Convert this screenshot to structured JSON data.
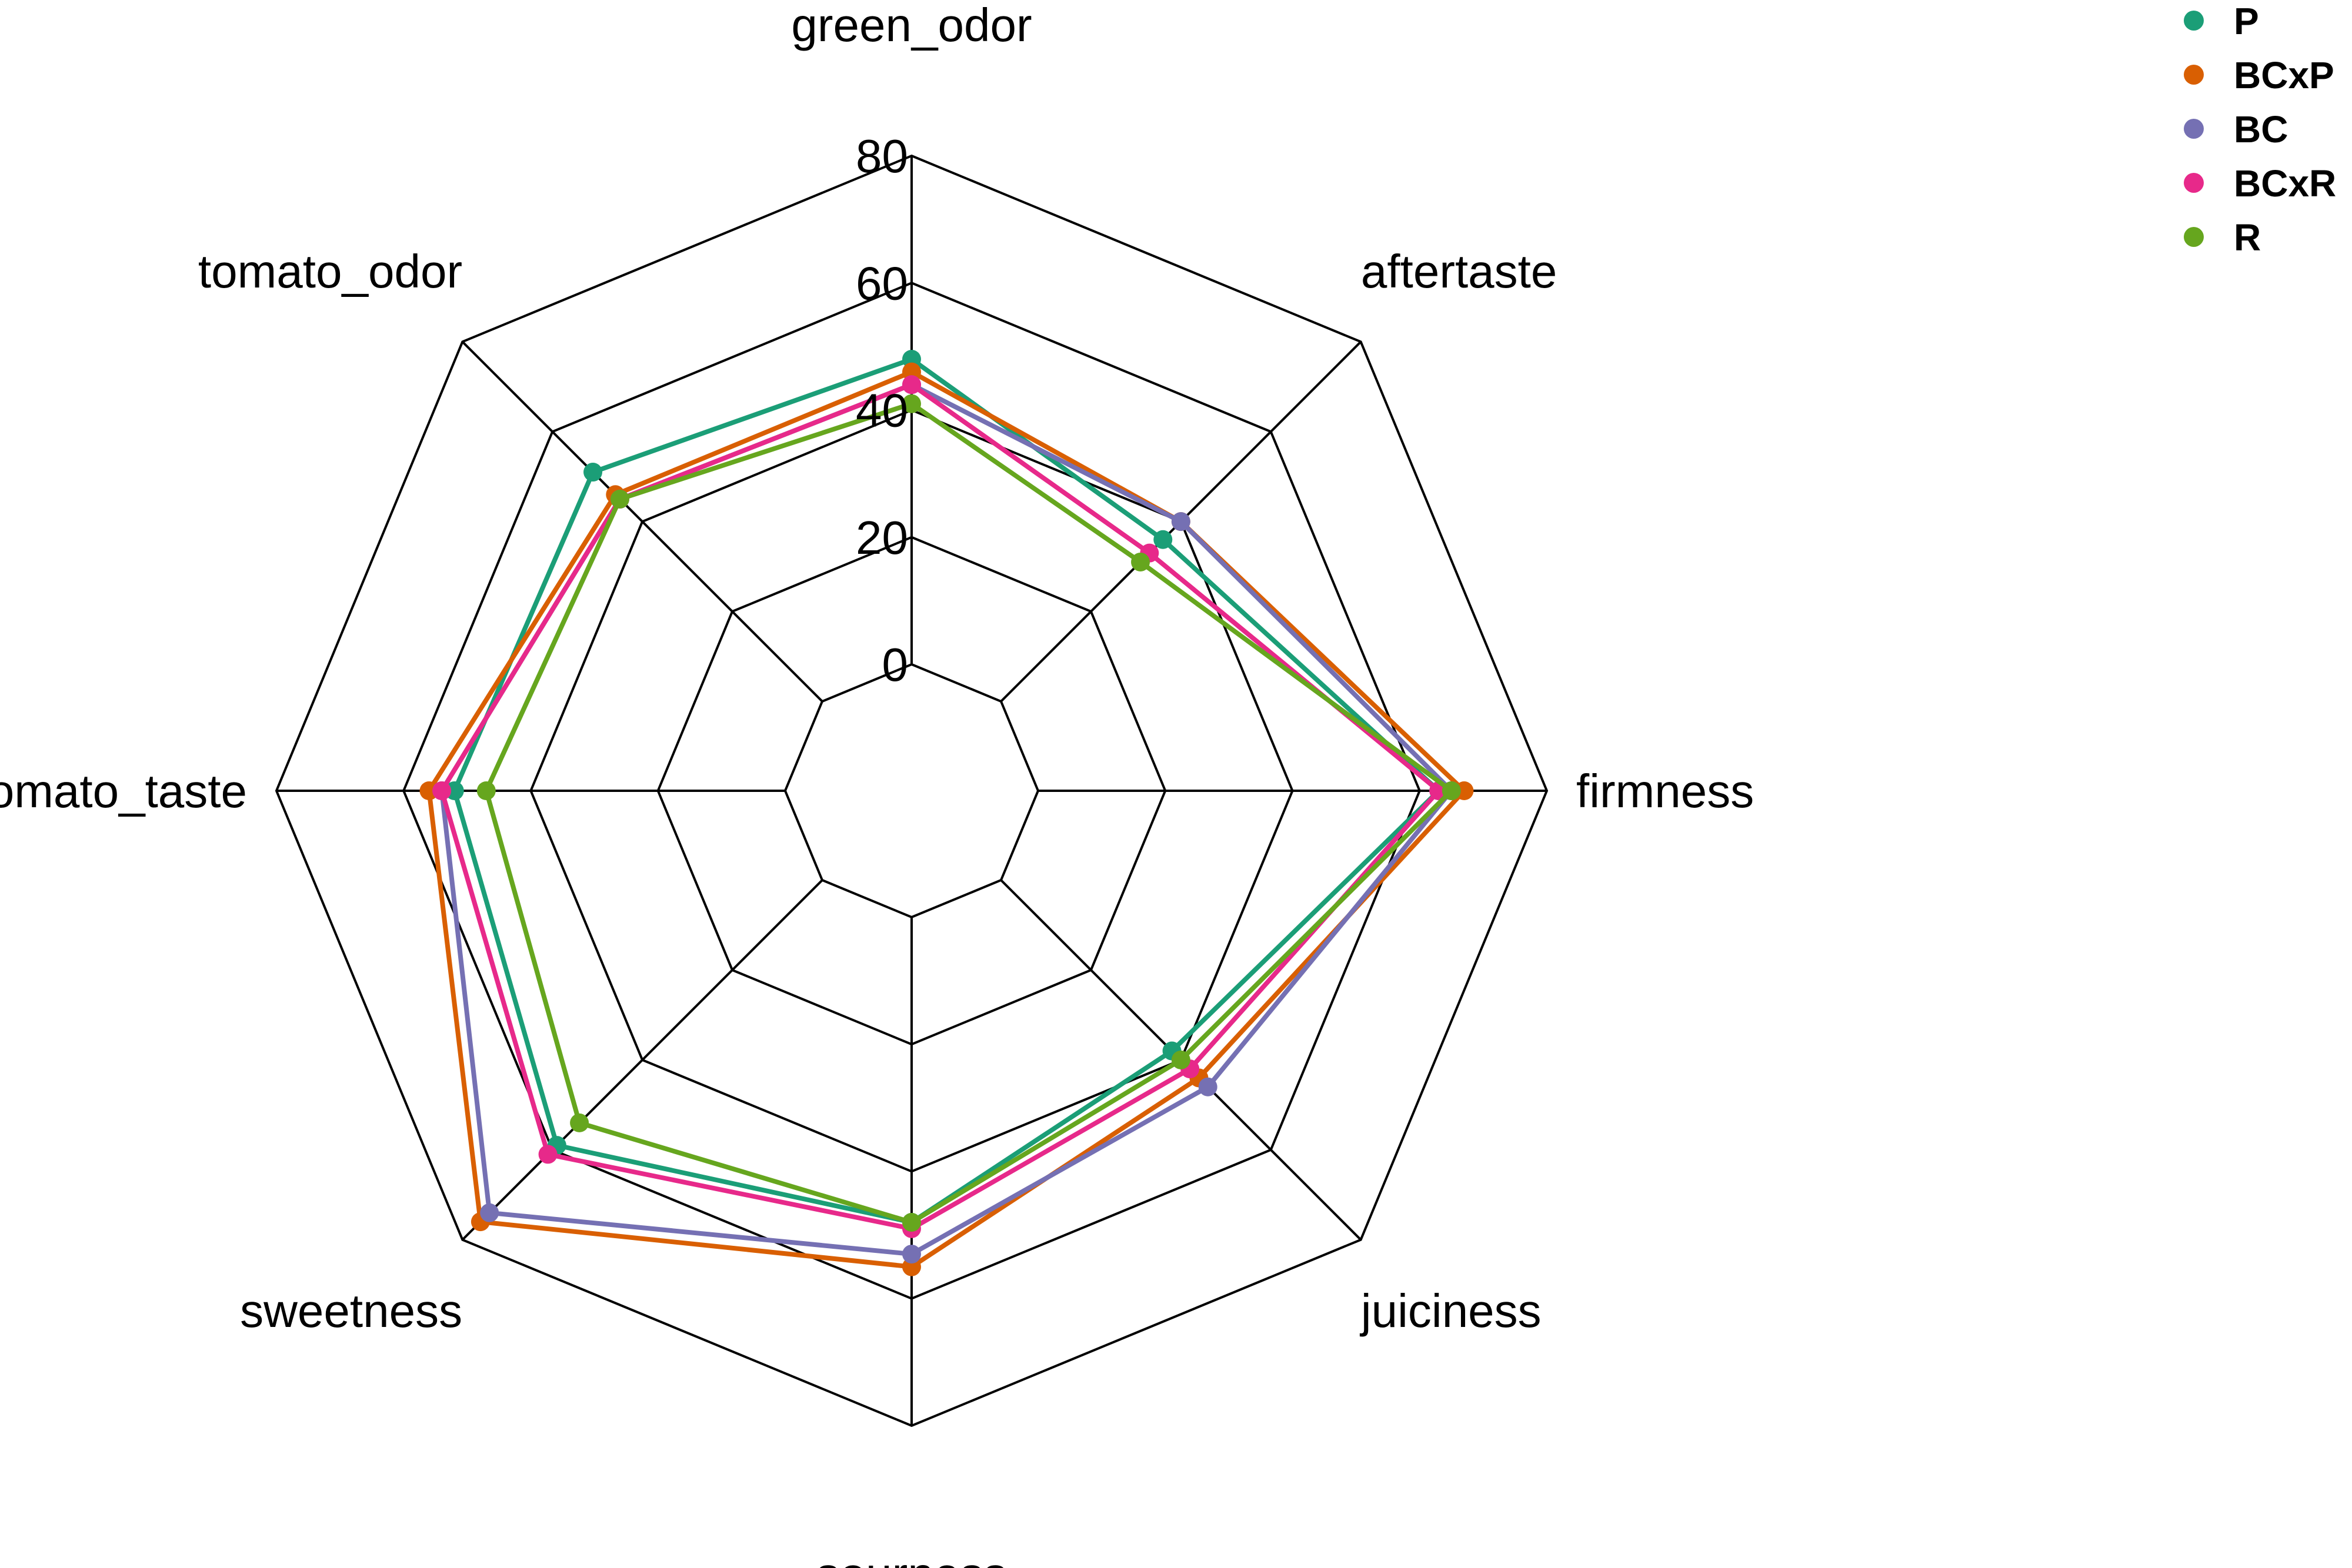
{
  "chart_data": {
    "type": "radar",
    "axes": [
      "green_odor",
      "aftertaste",
      "firmness",
      "juiciness",
      "sourness",
      "sweetness",
      "tomato_taste",
      "tomato_odor"
    ],
    "rlim": [
      0,
      80
    ],
    "ticks": [
      "0",
      "20",
      "40",
      "60",
      "80"
    ],
    "tick_values": [
      0,
      20,
      40,
      60,
      80
    ],
    "grid": true,
    "legend_position": "top-right",
    "series": [
      {
        "name": "P",
        "color": "#1b9e77",
        "values": [
          48,
          36,
          63,
          38,
          48,
          59,
          52,
          51
        ]
      },
      {
        "name": "BCxP",
        "color": "#d95f02",
        "values": [
          46,
          40,
          67,
          44,
          55,
          76,
          56,
          46
        ]
      },
      {
        "name": "BC",
        "color": "#7570b3",
        "values": [
          44,
          40,
          65,
          46,
          53,
          74,
          54,
          45
        ]
      },
      {
        "name": "BCxR",
        "color": "#e7298a",
        "values": [
          44,
          33,
          63,
          42,
          49,
          61,
          54,
          45
        ]
      },
      {
        "name": "R",
        "color": "#66a61e",
        "values": [
          41,
          31,
          65,
          40,
          48,
          54,
          47,
          45
        ]
      }
    ]
  }
}
